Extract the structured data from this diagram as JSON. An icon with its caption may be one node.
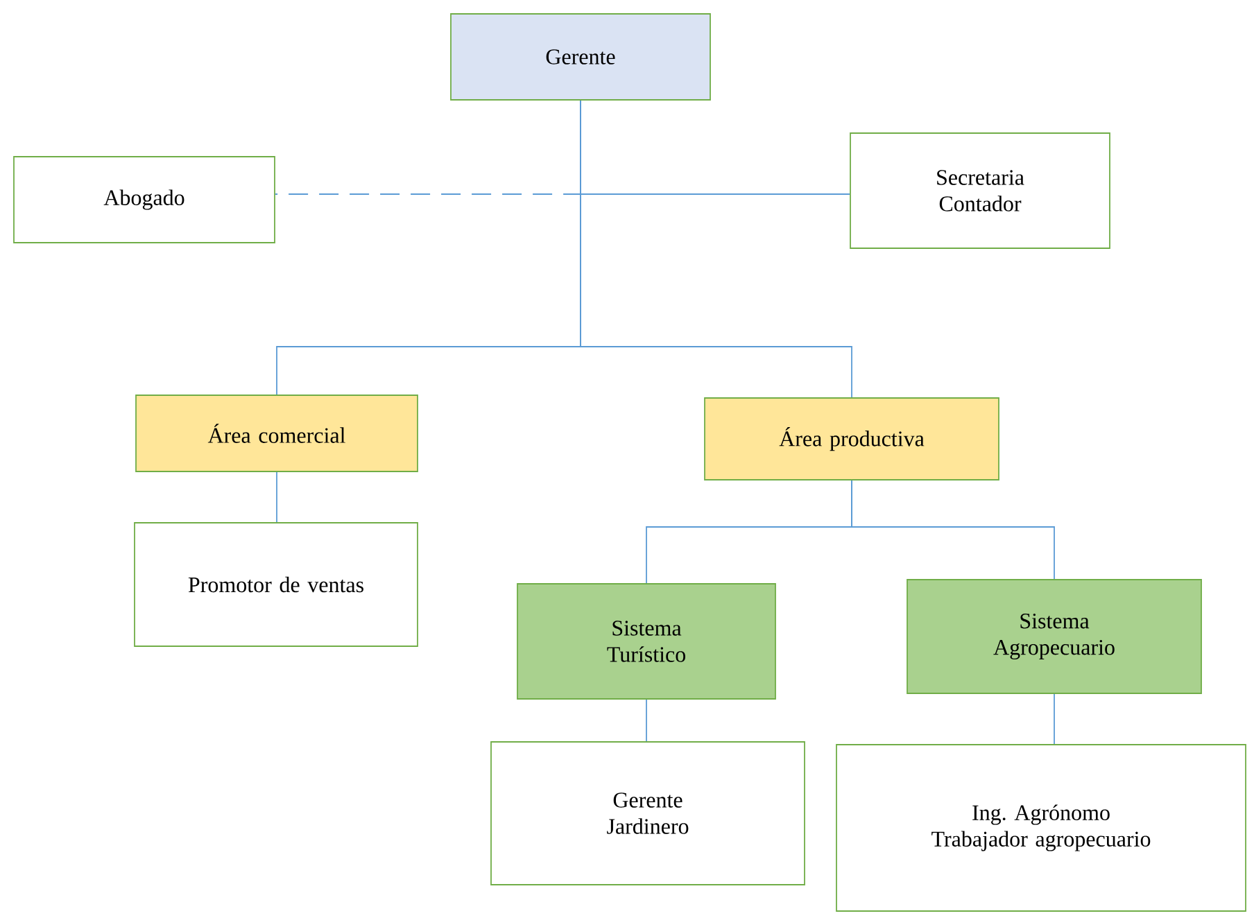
{
  "diagram": {
    "nodes": [
      {
        "text": [
          "Gerente"
        ]
      },
      {
        "text": [
          "Abogado"
        ]
      },
      {
        "text": [
          "Secretaria",
          "Contador"
        ]
      },
      {
        "text": [
          "Área comercial"
        ]
      },
      {
        "text": [
          "Área productiva"
        ]
      },
      {
        "text": [
          "Promotor de ventas"
        ]
      },
      {
        "text": [
          "Sistema Turístico"
        ]
      },
      {
        "text": [
          "Sistema Agropecuario"
        ]
      },
      {
        "text": [
          "Gerente",
          "Jardinero"
        ]
      },
      {
        "text": [
          "Ing. Agrónomo",
          "Trabajador agropecuario"
        ]
      }
    ],
    "edges": [
      {
        "from": 0,
        "to": 1,
        "arrow": "none",
        "style": "dashed"
      },
      {
        "from": 0,
        "to": 2,
        "arrow": "none"
      },
      {
        "from": 0,
        "to": 3,
        "arrow": "none"
      },
      {
        "from": 0,
        "to": 4,
        "arrow": "none"
      },
      {
        "from": 3,
        "to": 5,
        "arrow": "none"
      },
      {
        "from": 4,
        "to": 6,
        "arrow": "none"
      },
      {
        "from": 4,
        "to": 7,
        "arrow": "none"
      },
      {
        "from": 6,
        "to": 8,
        "arrow": "none"
      },
      {
        "from": 7,
        "to": 9,
        "arrow": "none"
      }
    ]
  }
}
